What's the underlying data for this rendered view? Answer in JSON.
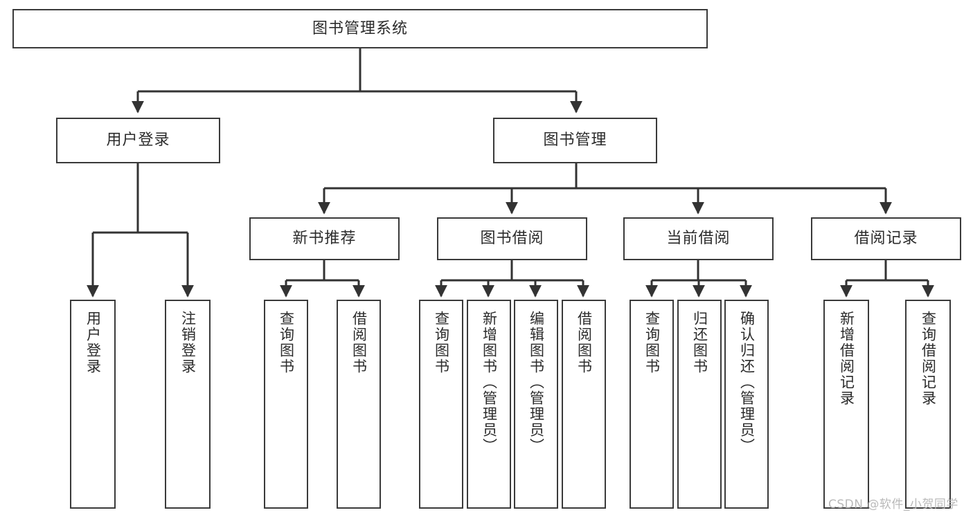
{
  "diagram": {
    "title": "图书管理系统",
    "type": "tree-hierarchy-chart",
    "root": {
      "label": "图书管理系统"
    },
    "level2": [
      {
        "label": "用户登录"
      },
      {
        "label": "图书管理"
      }
    ],
    "level3": [
      {
        "label": "新书推荐"
      },
      {
        "label": "图书借阅"
      },
      {
        "label": "当前借阅"
      },
      {
        "label": "借阅记录"
      }
    ],
    "leaves": [
      {
        "label": "用户登录"
      },
      {
        "label": "注销登录"
      },
      {
        "label": "查询图书"
      },
      {
        "label": "借阅图书"
      },
      {
        "label": "查询图书"
      },
      {
        "label": "新增图书（管理员）"
      },
      {
        "label": "编辑图书（管理员）"
      },
      {
        "label": "借阅图书"
      },
      {
        "label": "查询图书"
      },
      {
        "label": "归还图书"
      },
      {
        "label": "确认归还（管理员）"
      },
      {
        "label": "新增借阅记录"
      },
      {
        "label": "查询借阅记录"
      }
    ]
  },
  "watermark": {
    "text": "CSDN @软件_小贺同学"
  },
  "colors": {
    "border": "#3a3a3a",
    "text": "#2b2b2b",
    "background": "#ffffff",
    "connector": "#333333",
    "watermark": "#b9b9b9"
  }
}
